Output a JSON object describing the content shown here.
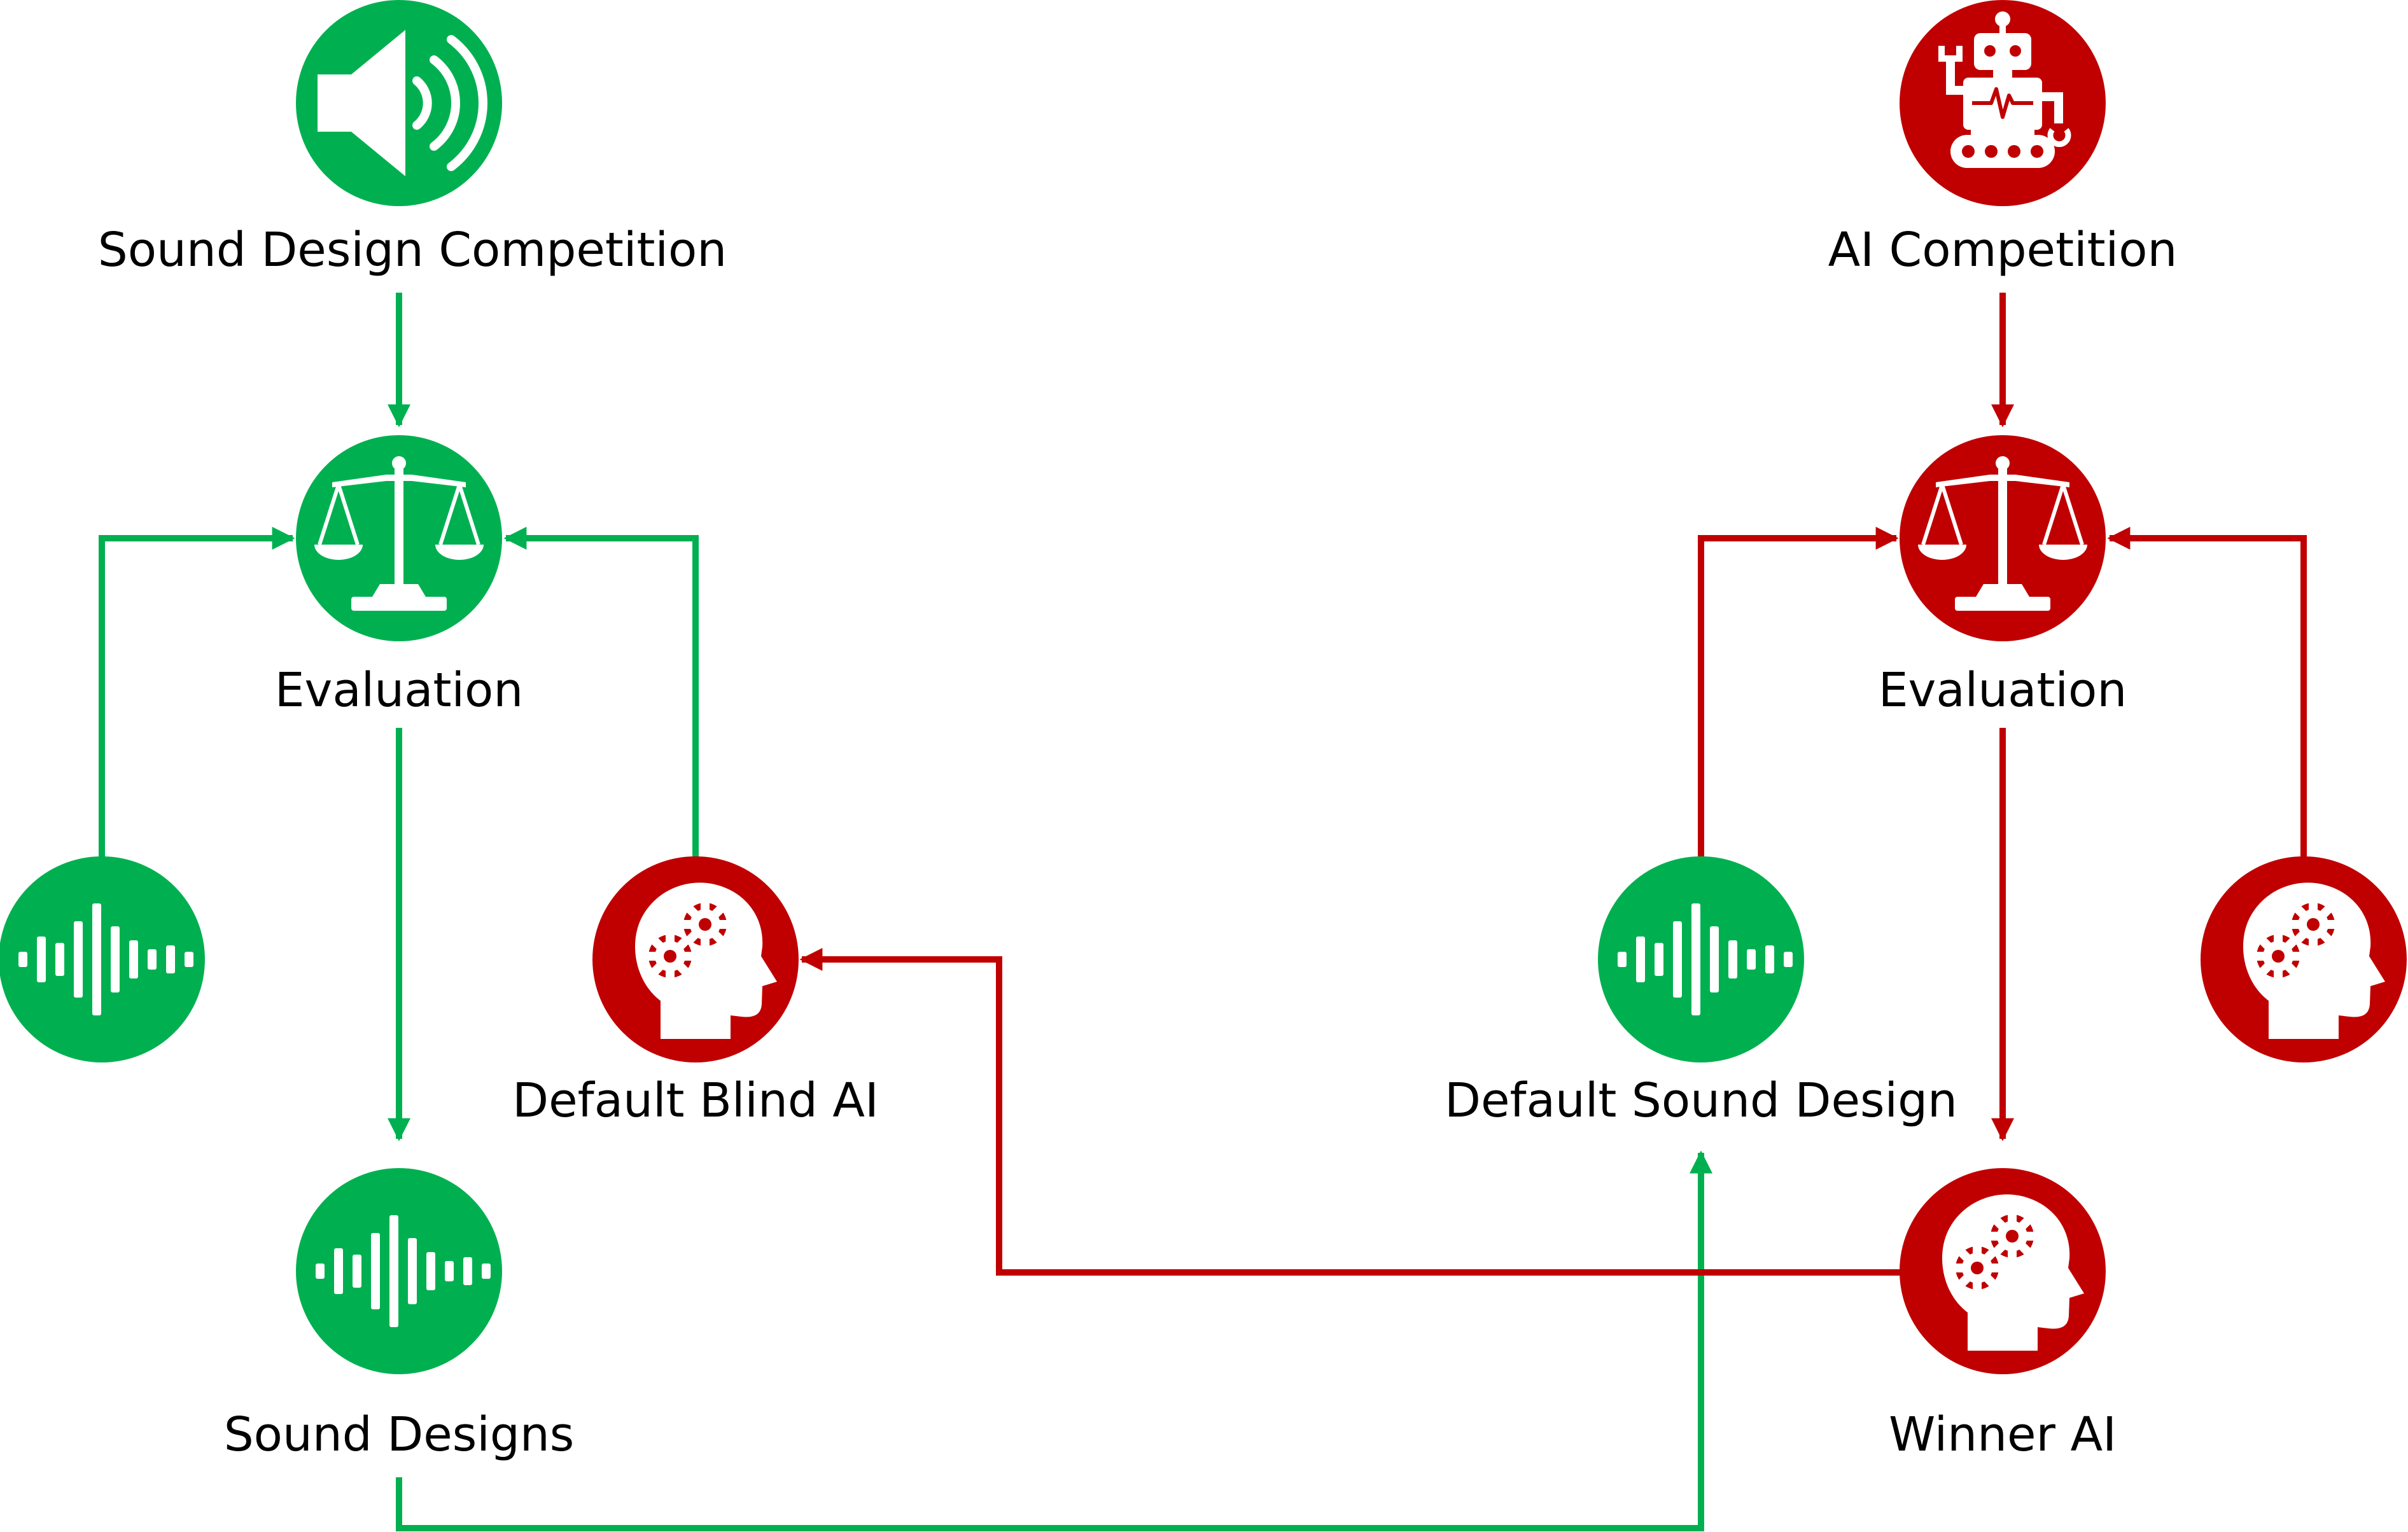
{
  "colors": {
    "green": "#00B050",
    "red": "#C00000",
    "icon_fg": "#ffffff",
    "text": "#000000",
    "background": "#ffffff"
  },
  "nodes": {
    "sound_competition": {
      "label": "Sound Design Competition",
      "icon": "speaker-icon",
      "color": "green"
    },
    "eval_left": {
      "label": "Evaluation",
      "icon": "scales-icon",
      "color": "green"
    },
    "waveform_left": {
      "label": "",
      "icon": "waveform-icon",
      "color": "green"
    },
    "default_blind_ai": {
      "label": "Default Blind AI",
      "icon": "head-gears-icon",
      "color": "red"
    },
    "sound_designs": {
      "label": "Sound Designs",
      "icon": "waveform-icon",
      "color": "green"
    },
    "ai_competition": {
      "label": "AI Competition",
      "icon": "robot-icon",
      "color": "red"
    },
    "eval_right": {
      "label": "Evaluation",
      "icon": "scales-icon",
      "color": "red"
    },
    "default_sound_design": {
      "label": "Default Sound Design",
      "icon": "waveform-icon",
      "color": "green"
    },
    "ai_right": {
      "label": "",
      "icon": "head-gears-icon",
      "color": "red"
    },
    "winner_ai": {
      "label": "Winner AI",
      "icon": "head-gears-icon",
      "color": "red"
    }
  },
  "edges": [
    {
      "from": "sound_competition",
      "to": "eval_left",
      "color": "green"
    },
    {
      "from": "waveform_left",
      "to": "eval_left",
      "color": "green"
    },
    {
      "from": "default_blind_ai",
      "to": "eval_left",
      "color": "green"
    },
    {
      "from": "eval_left",
      "to": "sound_designs",
      "color": "green"
    },
    {
      "from": "sound_designs",
      "to": "default_sound_design",
      "color": "green"
    },
    {
      "from": "ai_competition",
      "to": "eval_right",
      "color": "red"
    },
    {
      "from": "default_sound_design",
      "to": "eval_right",
      "color": "red"
    },
    {
      "from": "ai_right",
      "to": "eval_right",
      "color": "red"
    },
    {
      "from": "eval_right",
      "to": "winner_ai",
      "color": "red"
    },
    {
      "from": "winner_ai",
      "to": "default_blind_ai",
      "color": "red"
    }
  ]
}
